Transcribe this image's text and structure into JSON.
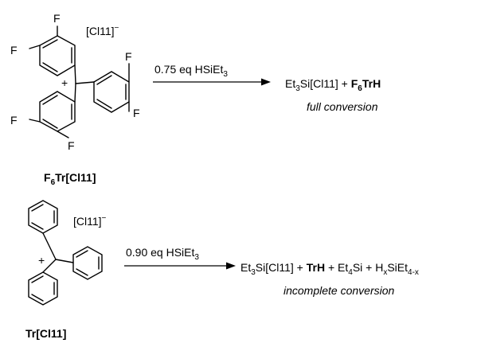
{
  "reaction_1": {
    "reactant": {
      "name_main": "F",
      "name_sub": "6",
      "name_rest": "Tr[Cl11]",
      "counterion": "[Cl11]",
      "counterion_charge": "−",
      "cation_charge": "+",
      "substituent": "F"
    },
    "reagent": {
      "pre": "0.75 eq HSiEt",
      "sub": "3"
    },
    "products": {
      "part1_pre": "Et",
      "part1_sub": "3",
      "part1_rest": "Si[Cl11] + ",
      "part2_bold_pre": "F",
      "part2_bold_sub": "6",
      "part2_bold_rest": "TrH"
    },
    "note": "full conversion"
  },
  "reaction_2": {
    "reactant": {
      "name": "Tr[Cl11]",
      "counterion": "[Cl11]",
      "counterion_charge": "−",
      "cation_charge": "+"
    },
    "reagent": {
      "pre": "0.90 eq HSiEt",
      "sub": "3"
    },
    "products": {
      "p1_pre": "Et",
      "p1_sub": "3",
      "p1_rest": "Si[Cl11] + ",
      "p2_bold": "TrH",
      "p3_pre": " + Et",
      "p3_sub": "4",
      "p3_rest": "Si + H",
      "p4_sub_x": "x",
      "p4_rest": "SiEt",
      "p4_sub": "4-x"
    },
    "note": "incomplete conversion"
  }
}
